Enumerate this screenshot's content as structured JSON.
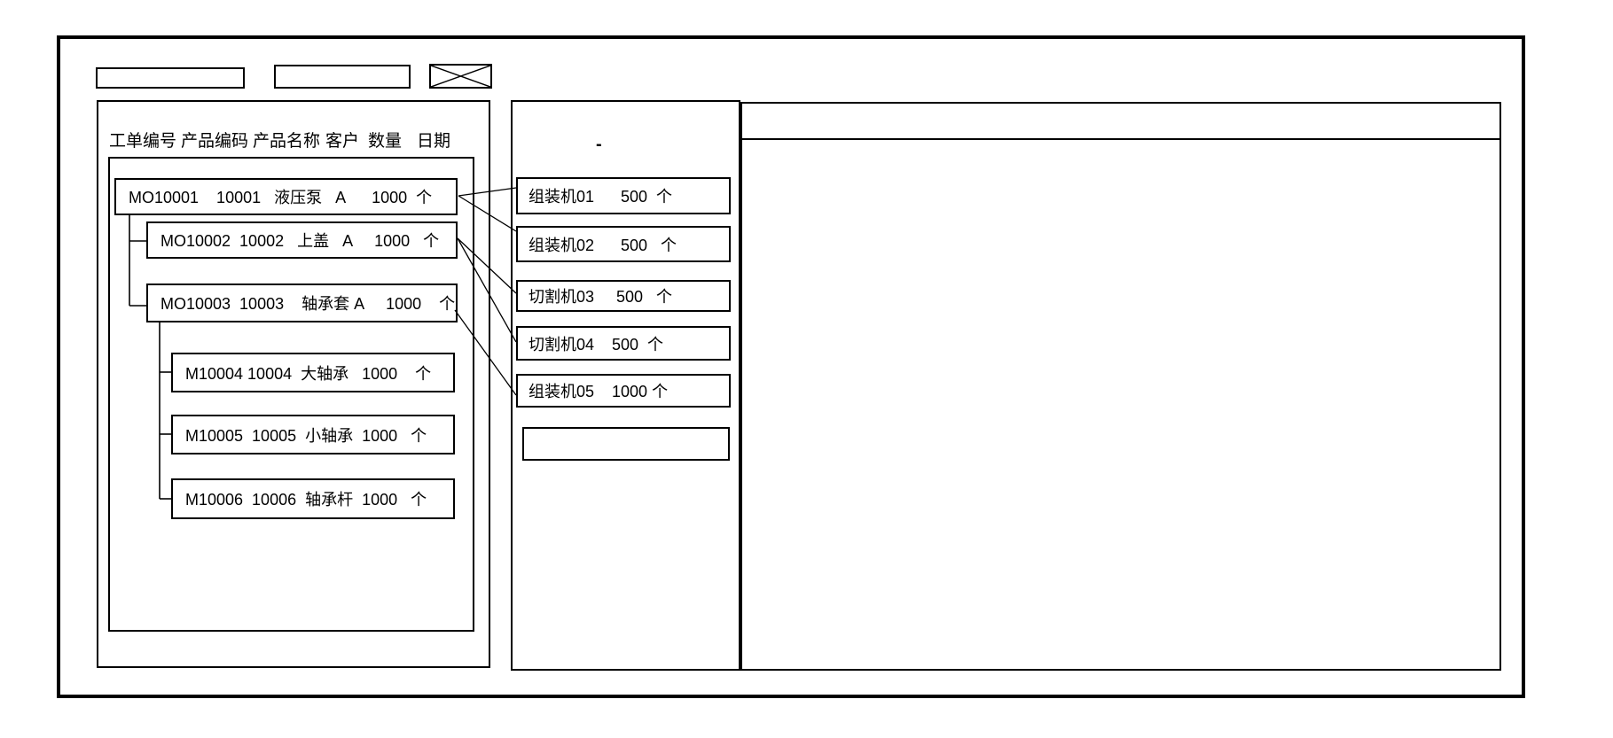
{
  "toolbar": {
    "field1_value": "",
    "field2_value": ""
  },
  "work_orders": {
    "headers": [
      "工单编号",
      "产品编码",
      "产品名称",
      "客户",
      "数量",
      "日期"
    ],
    "rows": [
      {
        "order_no": "MO10001",
        "product_code": "10001",
        "product_name": "液压泵",
        "customer": "A",
        "qty": "1000",
        "unit": "个",
        "display": "MO10001    10001   液压泵   A      1000  个"
      },
      {
        "order_no": "MO10002",
        "product_code": "10002",
        "product_name": "上盖",
        "customer": "A",
        "qty": "1000",
        "unit": "个",
        "display": "MO10002  10002   上盖   A     1000   个"
      },
      {
        "order_no": "MO10003",
        "product_code": "10003",
        "product_name": "轴承套",
        "customer": "A",
        "qty": "1000",
        "unit": "个",
        "display": "MO10003  10003    轴承套 A     1000    个"
      },
      {
        "order_no": "M10004",
        "product_code": "10004",
        "product_name": "大轴承",
        "customer": "",
        "qty": "1000",
        "unit": "个",
        "display": "M10004 10004  大轴承   1000    个"
      },
      {
        "order_no": "M10005",
        "product_code": "10005",
        "product_name": "小轴承",
        "customer": "",
        "qty": "1000",
        "unit": "个",
        "display": "M10005  10005  小轴承  1000   个"
      },
      {
        "order_no": "M10006",
        "product_code": "10006",
        "product_name": "轴承杆",
        "customer": "",
        "qty": "1000",
        "unit": "个",
        "display": "M10006  10006  轴承杆  1000   个"
      }
    ],
    "links": [
      {
        "from": "MO10001",
        "to": "组装机01",
        "qty": "500"
      },
      {
        "from": "MO10001",
        "to": "组装机02",
        "qty": "500"
      },
      {
        "from": "MO10002",
        "to": "切割机03",
        "qty": "500"
      },
      {
        "from": "MO10002",
        "to": "切割机04",
        "qty": "500"
      },
      {
        "from": "MO10003",
        "to": "组装机05",
        "qty": "1000"
      }
    ]
  },
  "machines": {
    "panel_mark": "-",
    "items": [
      {
        "name": "组装机01",
        "qty": "500",
        "unit": "个",
        "display": "组装机01      500  个"
      },
      {
        "name": "组装机02",
        "qty": "500",
        "unit": "个",
        "display": "组装机02      500   个"
      },
      {
        "name": "切割机03",
        "qty": "500",
        "unit": "个",
        "display": "切割机03     500   个"
      },
      {
        "name": "切割机04",
        "qty": "500",
        "unit": "个",
        "display": "切割机04    500  个"
      },
      {
        "name": "组装机05",
        "qty": "1000",
        "unit": "个",
        "display": "组装机05    1000 个"
      },
      {
        "name": "",
        "qty": "",
        "unit": "",
        "display": ""
      }
    ]
  },
  "detail_panel": {
    "content": ""
  },
  "colors": {
    "line": "#000000",
    "background": "#ffffff"
  }
}
